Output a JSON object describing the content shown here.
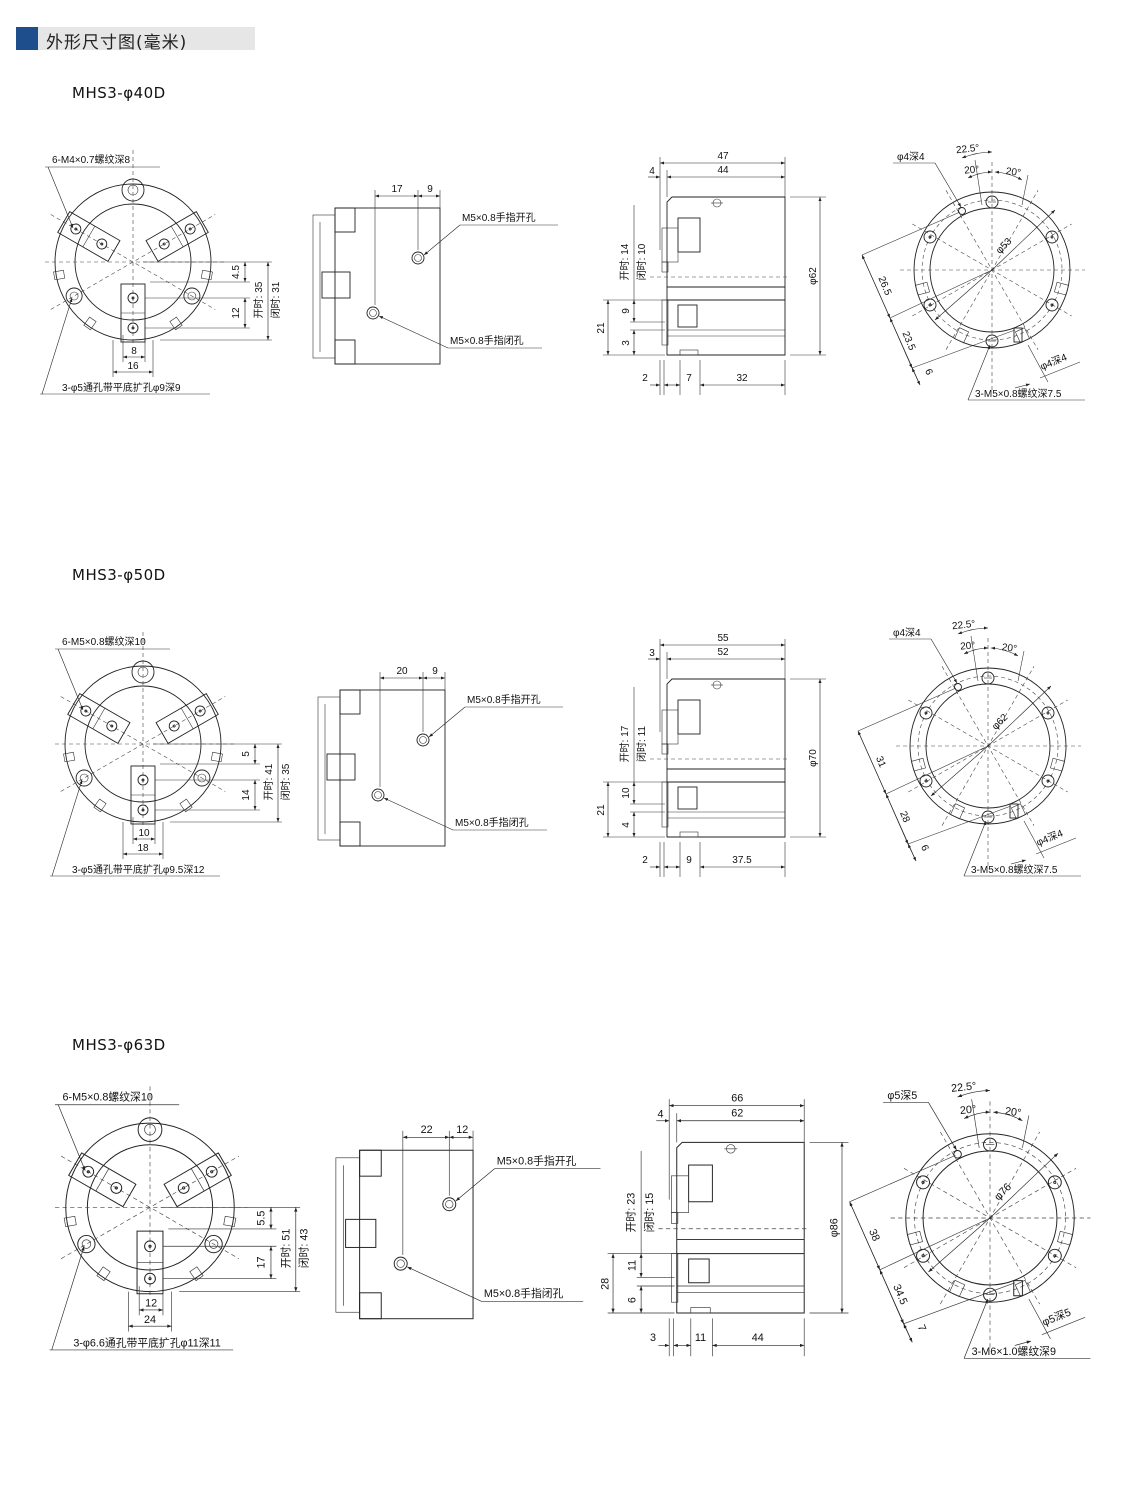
{
  "header": {
    "title": "外形尺寸图(毫米)",
    "accent_color": "#1f4e8c"
  },
  "models": [
    {
      "name": "MHS3-φ40D",
      "front": {
        "thread_note": "6-M4×0.7螺纹深8",
        "hole_note": "3-φ5通孔带平底扩孔φ9深9",
        "dim_a": "4.5",
        "dim_b": "12",
        "open": "开时: 35",
        "close": "闭时: 31",
        "inner_w": "8",
        "outer_w": "16"
      },
      "side": {
        "d1": "17",
        "d2": "9",
        "open_port": "M5×0.8手指开孔",
        "close_port": "M5×0.8手指闭孔"
      },
      "profile": {
        "overall": "47",
        "body": "44",
        "offset": "4",
        "open": "开时: 14",
        "close": "闭时: 10",
        "h_total": "21",
        "h_a": "9",
        "h_b": "3",
        "diameter": "φ62",
        "b1": "2",
        "b2": "7",
        "b3": "32"
      },
      "bottom": {
        "angle1": "22.5°",
        "angle2": "20°",
        "angle3": "20°",
        "pin_top": "φ4深4",
        "pin_bottom": "φ4深4",
        "pcd": "φ53",
        "r1": "26.5",
        "r2": "23.5",
        "r3": "6",
        "thread": "3-M5×0.8螺纹深7.5"
      }
    },
    {
      "name": "MHS3-φ50D",
      "front": {
        "thread_note": "6-M5×0.8螺纹深10",
        "hole_note": "3-φ5通孔带平底扩孔φ9.5深12",
        "dim_a": "5",
        "dim_b": "14",
        "open": "开时: 41",
        "close": "闭时: 35",
        "inner_w": "10",
        "outer_w": "18"
      },
      "side": {
        "d1": "20",
        "d2": "9",
        "open_port": "M5×0.8手指开孔",
        "close_port": "M5×0.8手指闭孔"
      },
      "profile": {
        "overall": "55",
        "body": "52",
        "offset": "3",
        "open": "开时: 17",
        "close": "闭时: 11",
        "h_total": "21",
        "h_a": "10",
        "h_b": "4",
        "diameter": "φ70",
        "b1": "2",
        "b2": "9",
        "b3": "37.5"
      },
      "bottom": {
        "angle1": "22.5°",
        "angle2": "20°",
        "angle3": "20°",
        "pin_top": "φ4深4",
        "pin_bottom": "φ4深4",
        "pcd": "φ62",
        "r1": "31",
        "r2": "28",
        "r3": "6",
        "thread": "3-M5×0.8螺纹深7.5"
      }
    },
    {
      "name": "MHS3-φ63D",
      "front": {
        "thread_note": "6-M5×0.8螺纹深10",
        "hole_note": "3-φ6.6通孔带平底扩孔φ11深11",
        "dim_a": "5.5",
        "dim_b": "17",
        "open": "开时: 51",
        "close": "闭时: 43",
        "inner_w": "12",
        "outer_w": "24"
      },
      "side": {
        "d1": "22",
        "d2": "12",
        "open_port": "M5×0.8手指开孔",
        "close_port": "M5×0.8手指闭孔"
      },
      "profile": {
        "overall": "66",
        "body": "62",
        "offset": "4",
        "open": "开时: 23",
        "close": "闭时: 15",
        "h_total": "28",
        "h_a": "11",
        "h_b": "6",
        "diameter": "φ86",
        "b1": "3",
        "b2": "11",
        "b3": "44"
      },
      "bottom": {
        "angle1": "22.5°",
        "angle2": "20°",
        "angle3": "20°",
        "pin_top": "φ5深5",
        "pin_bottom": "φ5深5",
        "pcd": "φ76",
        "r1": "38",
        "r2": "34.5",
        "r3": "7",
        "thread": "3-M6×1.0螺纹深9"
      }
    }
  ]
}
